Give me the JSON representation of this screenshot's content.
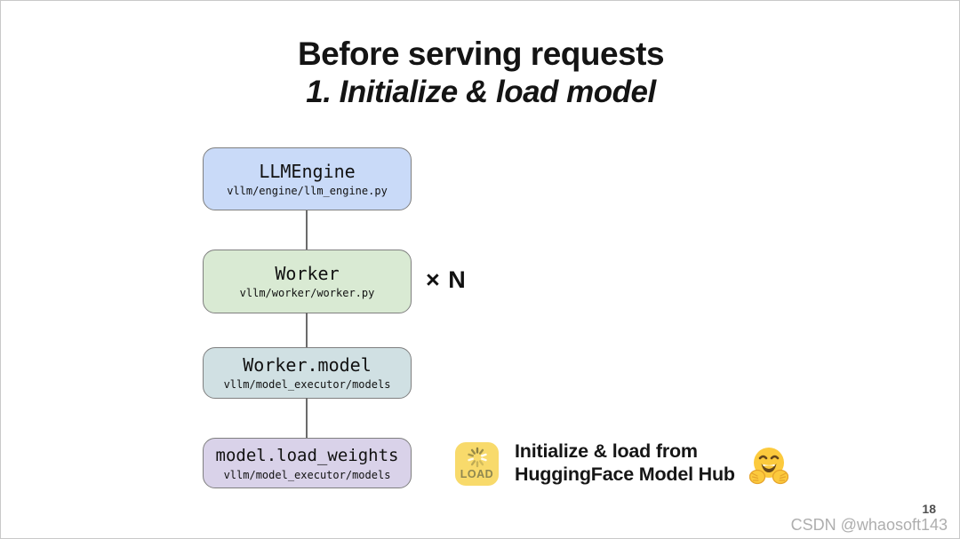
{
  "slide": {
    "title": "Before serving requests",
    "subtitle": "1. Initialize & load model",
    "page_number": "18",
    "watermark": "CSDN @whaosoft143"
  },
  "diagram": {
    "nodes": [
      {
        "name": "LLMEngine",
        "path": "vllm/engine/llm_engine.py",
        "color": "#c9daf8"
      },
      {
        "name": "Worker",
        "path": "vllm/worker/worker.py",
        "color": "#d9ead3"
      },
      {
        "name": "Worker.model",
        "path": "vllm/model_executor/models",
        "color": "#d0e0e3"
      },
      {
        "name": "model.load_weights",
        "path": "vllm/model_executor/models",
        "color": "#d9d2e9"
      }
    ],
    "multiplier_label": "× N",
    "node_border_color": "#7f7f7f"
  },
  "annotation": {
    "load_icon_label": "LOAD",
    "load_icon_name": "loading-spinner-icon",
    "load_icon_bg": "#f8da6b",
    "text_line1": "Initialize & load from",
    "text_line2": "HuggingFace Model Hub",
    "emoji_name": "hugging-face-emoji",
    "emoji_color": "#fcca3d"
  }
}
